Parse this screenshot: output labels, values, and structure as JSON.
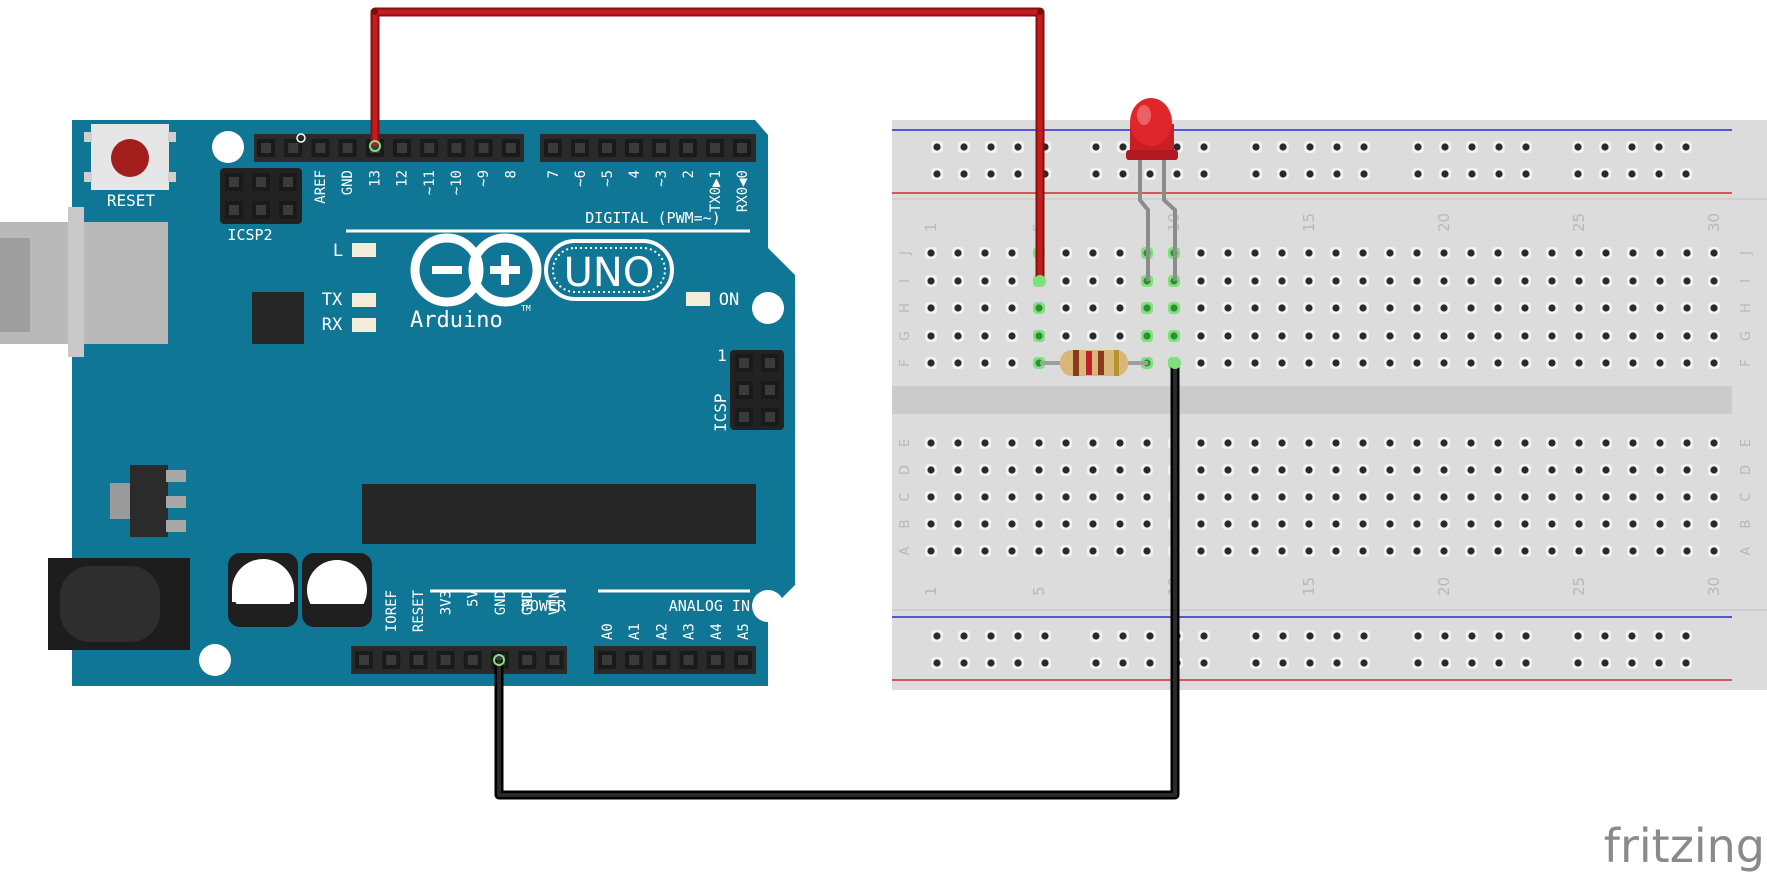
{
  "arduino": {
    "reset_label": "RESET",
    "icsp2_label": "ICSP2",
    "icsp_label": "ICSP",
    "icsp_pin_one": "1",
    "digital_header_labels": [
      "AREF",
      "GND",
      "13",
      "12",
      "~11",
      "~10",
      "~9",
      "8"
    ],
    "digital_header_labels_2": [
      "7",
      "~6",
      "~5",
      "4",
      "~3",
      "2",
      "TX0▶1",
      "RX0◀0"
    ],
    "digital_caption": "DIGITAL (PWM=~)",
    "led_l_label": "L",
    "led_tx_label": "TX",
    "led_rx_label": "RX",
    "led_on_label": "ON",
    "logo_text": "Arduino",
    "logo_tm": "TM",
    "uno_text": "UNO",
    "power_caption": "POWER",
    "analog_caption": "ANALOG IN",
    "power_header_labels": [
      "IOREF",
      "RESET",
      "3V3",
      "5V",
      "GND",
      "GND",
      "VIN"
    ],
    "analog_header_labels": [
      "A0",
      "A1",
      "A2",
      "A3",
      "A4",
      "A5"
    ]
  },
  "breadboard": {
    "column_numbers": [
      "1",
      "5",
      "10",
      "15",
      "20",
      "25",
      "30"
    ],
    "upper_row_letters": [
      "J",
      "I",
      "H",
      "G",
      "F"
    ],
    "lower_row_letters": [
      "E",
      "D",
      "C",
      "B",
      "A"
    ]
  },
  "components": {
    "led_color": "#e0262b",
    "resistor_color": "#d9b77a",
    "wire_signal_color": "#c31d1d",
    "wire_ground_color": "#1a1a1a"
  },
  "colors": {
    "board": "#107695",
    "board_dark": "#0b5f79",
    "breadboard": "#dcdcdc",
    "rail_red": "#d32d2d",
    "rail_blue": "#2b2bd3",
    "active_hole": "#7ee07e"
  },
  "footer": {
    "brand": "fritzing"
  }
}
